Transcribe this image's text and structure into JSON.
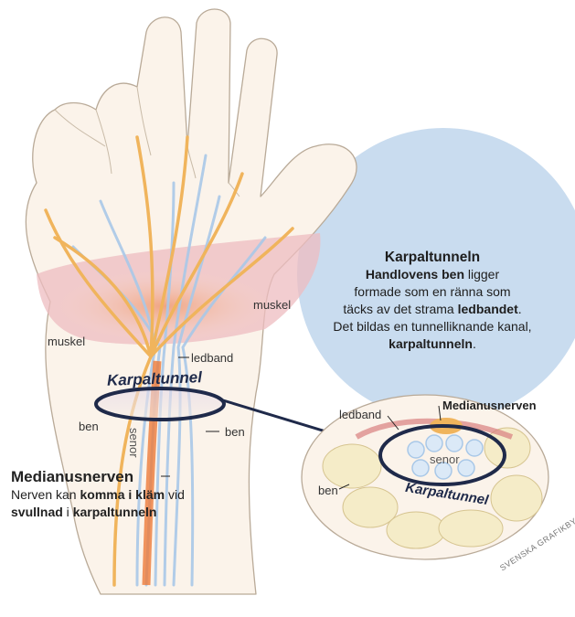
{
  "colors": {
    "circle_bg": "#c9dcef",
    "skin_outline": "#b9aa98",
    "skin_fill": "#fbf3ea",
    "nerve": "#f0b45c",
    "tendon": "#a9c8e8",
    "muscle": "#eebcc0",
    "bone": "#f5ecc8",
    "ring": "#1f2a4a"
  },
  "labels": {
    "muskel_right": "muskel",
    "muskel_left": "muskel",
    "ledband": "ledband",
    "karpaltunnel": "Karpaltunnel",
    "ben_left": "ben",
    "senor": "senor",
    "ben_right": "ben"
  },
  "info": {
    "title": "Karpaltunneln",
    "line1_bold": "Handlovens ben",
    "line1_rest": " ligger",
    "line2": "formade som en ränna som",
    "line3_pre": "täcks av det strama ",
    "line3_bold": "ledbandet",
    "line3_post": ".",
    "line4": "Det bildas en tunnelliknande kanal,",
    "line5_bold": "karpaltunneln",
    "line5_post": "."
  },
  "median": {
    "title": "Medianusnerven",
    "l1_pre": "Nerven kan ",
    "l1_bold": "komma i kläm",
    "l1_post": " vid",
    "l2_bold": "svullnad",
    "l2_mid": " i ",
    "l2_bold2": "karpaltunneln"
  },
  "section": {
    "ledband": "ledband",
    "medianusnerven": "Medianusnerven",
    "senor": "senor",
    "ben": "ben",
    "karpaltunnel": "Karpaltunnel"
  },
  "credit": "SVENSKA GRAFIKBYRÅN"
}
